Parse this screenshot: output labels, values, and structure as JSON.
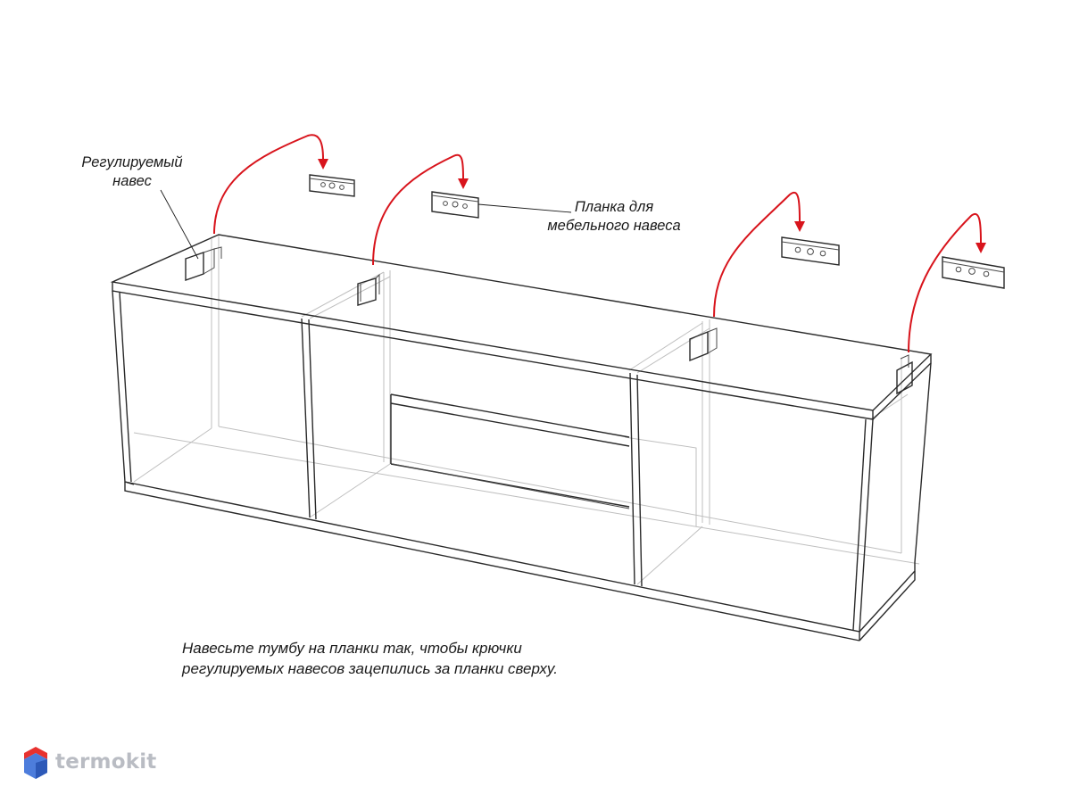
{
  "labels": {
    "hinge": [
      "Регулируемый",
      "навес"
    ],
    "rail": [
      "Планка для",
      "мебельного навеса"
    ]
  },
  "instruction": [
    "Навесьте тумбу на планки так, чтобы крючки",
    "регулируемых навесов зацепились за планки сверху."
  ],
  "logo": {
    "text": "termokit",
    "colors": {
      "red": "#e8322f",
      "blue": "#3a6fd8",
      "grey": "#b9bcc3"
    }
  },
  "colors": {
    "arrow": "#d8141c",
    "edge": "#2a2a2a",
    "hidden_edge": "#bfbfbf"
  },
  "components": {
    "hinge_count": 4,
    "rail_count": 4
  }
}
